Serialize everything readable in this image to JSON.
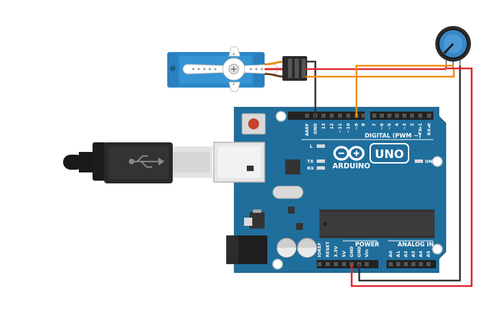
{
  "board": {
    "brand": "ARDUINO",
    "model": "UNO",
    "digital_header": "DIGITAL (PWM ~)",
    "power_header": "POWER",
    "analog_header": "ANALOG IN",
    "led_l": "L",
    "led_tx": "TX",
    "led_rx": "RX",
    "led_on": "ON",
    "digital_pins": [
      "AREF",
      "GND",
      "13",
      "12",
      "~11",
      "~10",
      "~9",
      "8",
      "7",
      "~6",
      "~5",
      "4",
      "~3",
      "2",
      "TX▸1",
      "RX◂0"
    ],
    "power_pins": [
      "IOREF",
      "RESET",
      "3.3V",
      "5V",
      "GND",
      "GND",
      "Vin"
    ],
    "analog_pins": [
      "A0",
      "A1",
      "A2",
      "A3",
      "A4",
      "A5"
    ]
  },
  "colors": {
    "board": "#1f6e9c",
    "wire_red": "#e0262b",
    "wire_black": "#333333",
    "wire_orange": "#f08c12",
    "servo_body": "#2d88c9"
  },
  "icons": {
    "usb": "usb-icon",
    "arduino_logo": "arduino-infinity-logo-icon"
  }
}
